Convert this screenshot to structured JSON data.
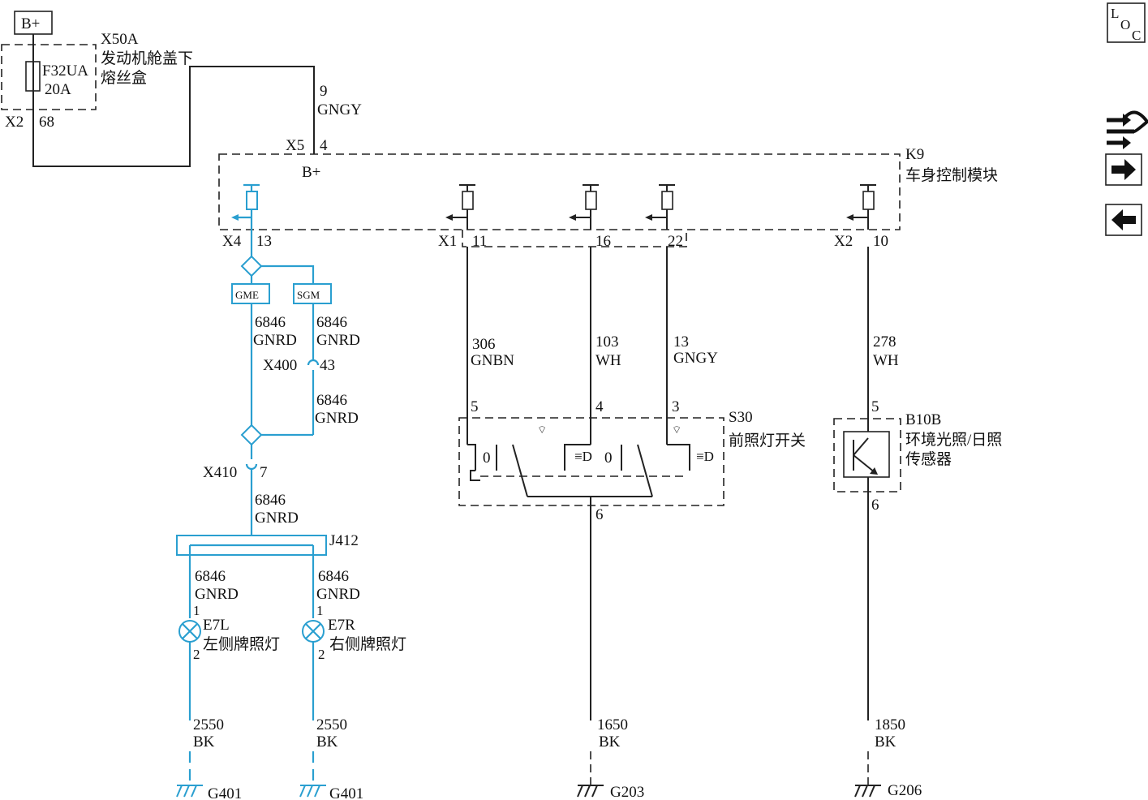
{
  "power": {
    "source": "B+",
    "fuse_box_id": "X50A",
    "fuse_box_name_1": "发动机舱盖下",
    "fuse_box_name_2": "熔丝盒",
    "fuse_id": "F32UA",
    "fuse_rating": "20A",
    "fuse_conn": "X2",
    "fuse_pin": "68"
  },
  "supply_wire": {
    "circuit": "9",
    "color": "GNGY"
  },
  "bcm": {
    "id": "K9",
    "name": "车身控制模块",
    "supply_conn": "X5",
    "supply_pin": "4",
    "supply_label": "B+"
  },
  "bcm_pins": [
    {
      "conn": "X4",
      "pin": "13"
    },
    {
      "conn": "X1",
      "pin": "11"
    },
    {
      "conn": "",
      "pin": "16"
    },
    {
      "conn": "",
      "pin": "22"
    },
    {
      "conn": "X2",
      "pin": "10"
    }
  ],
  "splice_tags": {
    "left": "GME",
    "right": "SGM"
  },
  "wires": {
    "gme": {
      "circuit": "6846",
      "color": "GNRD"
    },
    "sgm": {
      "circuit": "6846",
      "color": "GNRD"
    },
    "x400_conn": "X400",
    "x400_pin": "43",
    "sgm_lower": {
      "circuit": "6846",
      "color": "GNRD"
    },
    "x410_conn": "X410",
    "x410_pin": "7",
    "to_j412": {
      "circuit": "6846",
      "color": "GNRD"
    },
    "j412": "J412",
    "left_lamp": {
      "circuit": "6846",
      "color": "GNRD"
    },
    "right_lamp": {
      "circuit": "6846",
      "color": "GNRD"
    },
    "sw_5": {
      "circuit": "306",
      "color": "GNBN"
    },
    "sw_4": {
      "circuit": "103",
      "color": "WH"
    },
    "sw_3": {
      "circuit": "13",
      "color": "GNGY"
    },
    "sensor": {
      "circuit": "278",
      "color": "WH"
    }
  },
  "lamps": {
    "left": {
      "id": "E7L",
      "name": "左侧牌照灯",
      "pin_top": "1",
      "pin_bottom": "2"
    },
    "right": {
      "id": "E7R",
      "name": "右侧牌照灯",
      "pin_top": "1",
      "pin_bottom": "2"
    }
  },
  "switch": {
    "id": "S30",
    "name": "前照灯开关",
    "pins": [
      "5",
      "4",
      "3"
    ],
    "ground_pin": "6",
    "pos_off_1": "0",
    "pos_off_2": "0"
  },
  "sensor": {
    "id": "B10B",
    "name_1": "环境光照/日照",
    "name_2": "传感器",
    "pin_top": "5",
    "pin_bottom": "6"
  },
  "grounds": [
    {
      "circuit": "2550",
      "color": "BK",
      "point": "G401"
    },
    {
      "circuit": "2550",
      "color": "BK",
      "point": "G401"
    },
    {
      "circuit": "1650",
      "color": "BK",
      "point": "G203"
    },
    {
      "circuit": "1850",
      "color": "BK",
      "point": "G206"
    }
  ],
  "nav": {
    "loc_l": "L",
    "loc_o": "O",
    "loc_c": "C",
    "next_icon": "arrow-right-icon",
    "prev_icon": "arrow-left-icon",
    "route_icon": "route-icon"
  }
}
